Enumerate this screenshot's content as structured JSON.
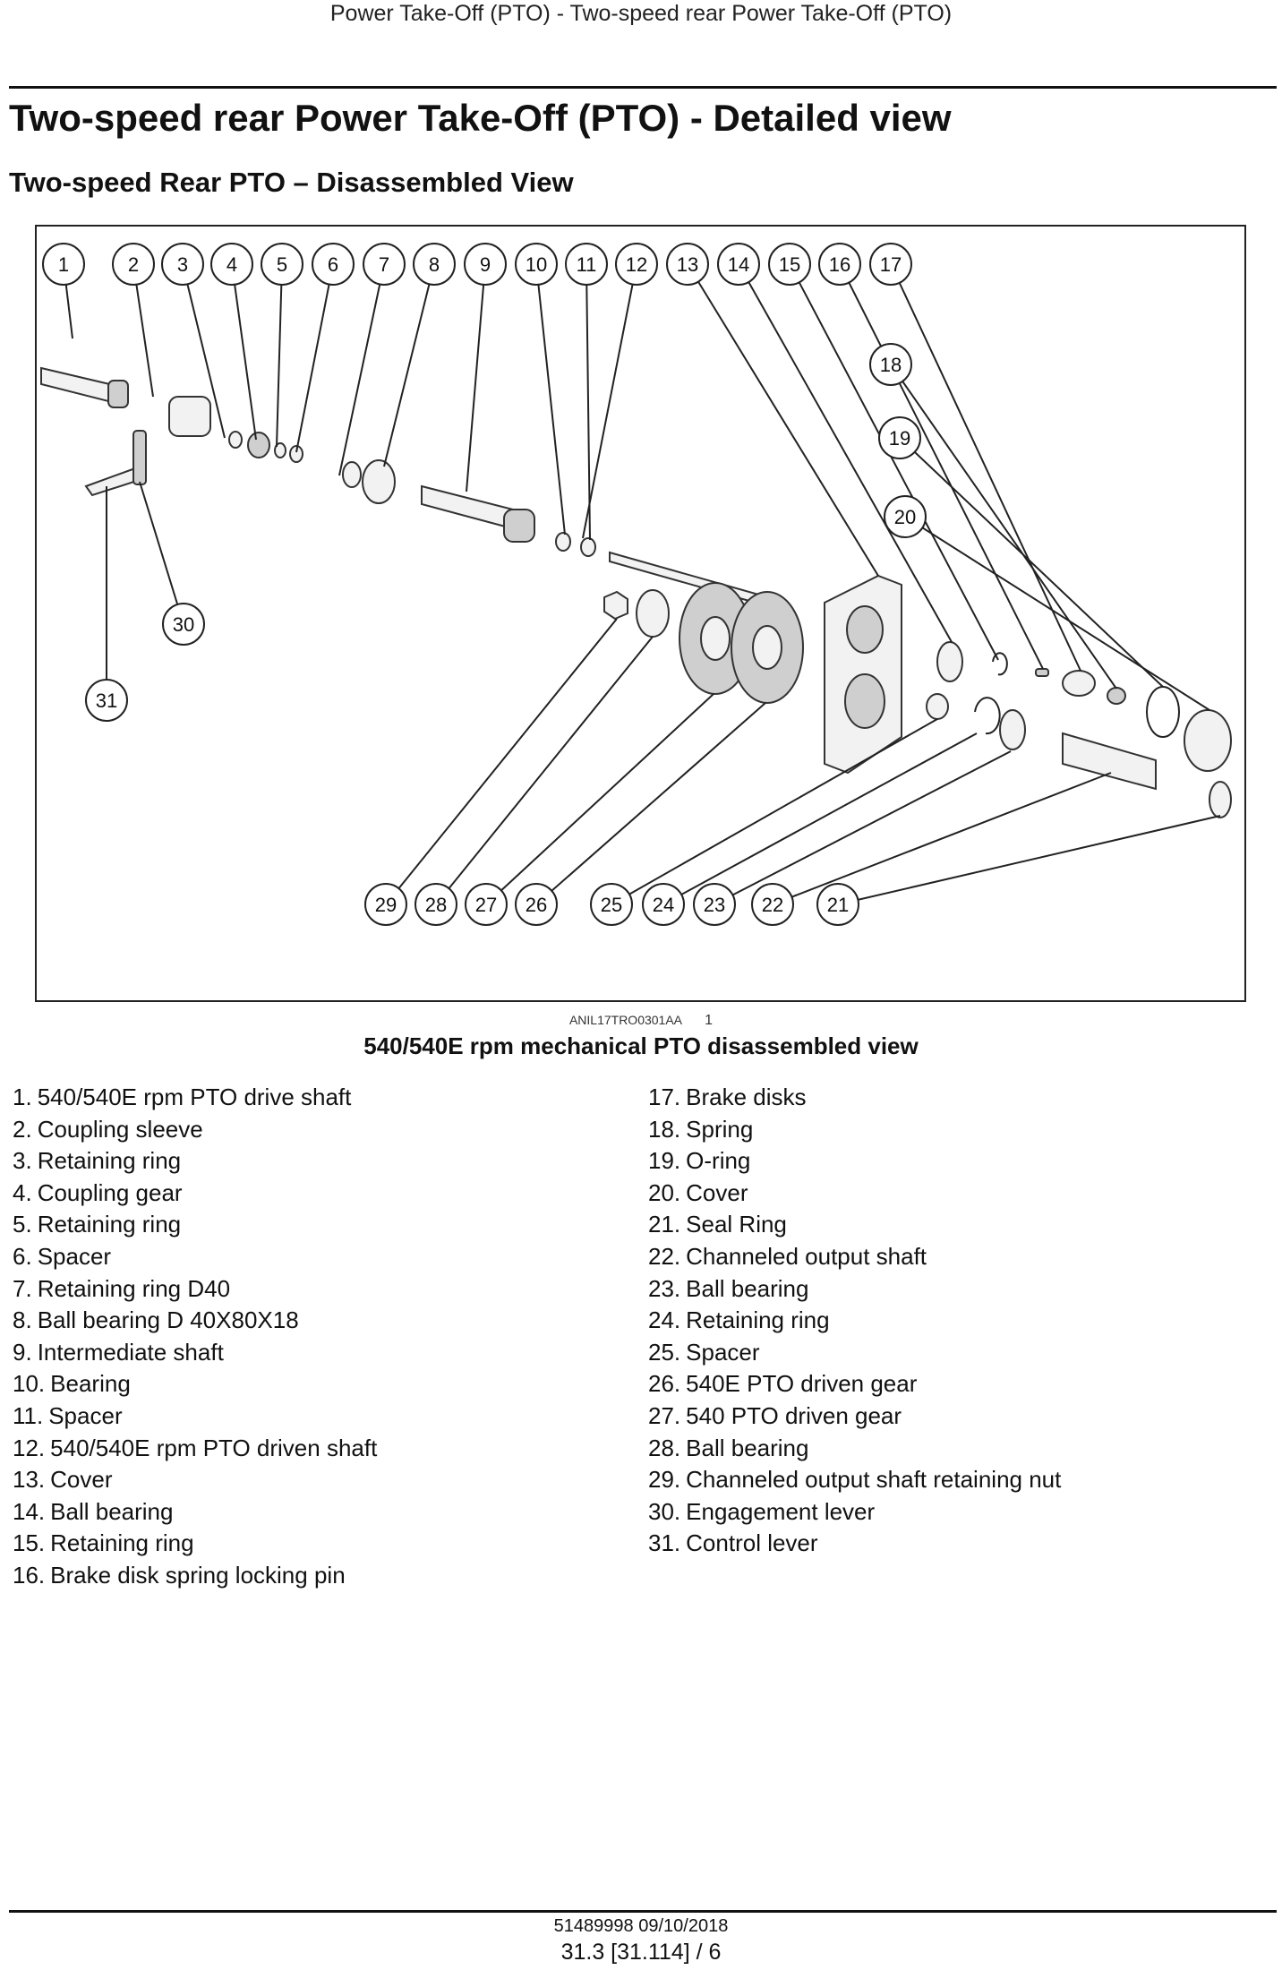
{
  "header": {
    "running_title": "Power Take-Off (PTO) - Two-speed rear Power Take-Off (PTO)"
  },
  "page": {
    "title": "Two-speed rear Power Take-Off (PTO) - Detailed view",
    "section_title": "Two-speed Rear PTO – Disassembled View"
  },
  "figure": {
    "reference_code": "ANIL17TRO0301AA",
    "reference_number": "1",
    "caption": "540/540E rpm mechanical PTO disassembled view",
    "callouts": [
      "1",
      "2",
      "3",
      "4",
      "5",
      "6",
      "7",
      "8",
      "9",
      "10",
      "11",
      "12",
      "13",
      "14",
      "15",
      "16",
      "17",
      "18",
      "19",
      "20",
      "21",
      "22",
      "23",
      "24",
      "25",
      "26",
      "27",
      "28",
      "29",
      "30",
      "31"
    ]
  },
  "legend": {
    "left": [
      {
        "num": "1.",
        "label": "540/540E rpm PTO drive shaft"
      },
      {
        "num": "2.",
        "label": "Coupling sleeve"
      },
      {
        "num": "3.",
        "label": "Retaining ring"
      },
      {
        "num": "4.",
        "label": "Coupling gear"
      },
      {
        "num": "5.",
        "label": "Retaining ring"
      },
      {
        "num": "6.",
        "label": "Spacer"
      },
      {
        "num": "7.",
        "label": "Retaining ring D40"
      },
      {
        "num": "8.",
        "label": "Ball bearing D 40X80X18"
      },
      {
        "num": "9.",
        "label": "Intermediate shaft"
      },
      {
        "num": "10.",
        "label": "Bearing"
      },
      {
        "num": "11.",
        "label": "Spacer"
      },
      {
        "num": "12.",
        "label": "540/540E rpm PTO driven shaft"
      },
      {
        "num": "13.",
        "label": "Cover"
      },
      {
        "num": "14.",
        "label": "Ball bearing"
      },
      {
        "num": "15.",
        "label": "Retaining ring"
      },
      {
        "num": "16.",
        "label": "Brake disk spring locking pin"
      }
    ],
    "right": [
      {
        "num": "17.",
        "label": "Brake disks"
      },
      {
        "num": "18.",
        "label": "Spring"
      },
      {
        "num": "19.",
        "label": "O-ring"
      },
      {
        "num": "20.",
        "label": "Cover"
      },
      {
        "num": "21.",
        "label": "Seal Ring"
      },
      {
        "num": "22.",
        "label": "Channeled output shaft"
      },
      {
        "num": "23.",
        "label": "Ball bearing"
      },
      {
        "num": "24.",
        "label": "Retaining ring"
      },
      {
        "num": "25.",
        "label": "Spacer"
      },
      {
        "num": "26.",
        "label": "540E PTO driven gear"
      },
      {
        "num": "27.",
        "label": "540 PTO driven gear"
      },
      {
        "num": "28.",
        "label": "Ball bearing"
      },
      {
        "num": "29.",
        "label": "Channeled output shaft retaining nut"
      },
      {
        "num": "30.",
        "label": "Engagement lever"
      },
      {
        "num": "31.",
        "label": "Control lever"
      }
    ]
  },
  "footer": {
    "doc_id": "51489998 09/10/2018",
    "page_number": "31.3 [31.114] / 6"
  }
}
